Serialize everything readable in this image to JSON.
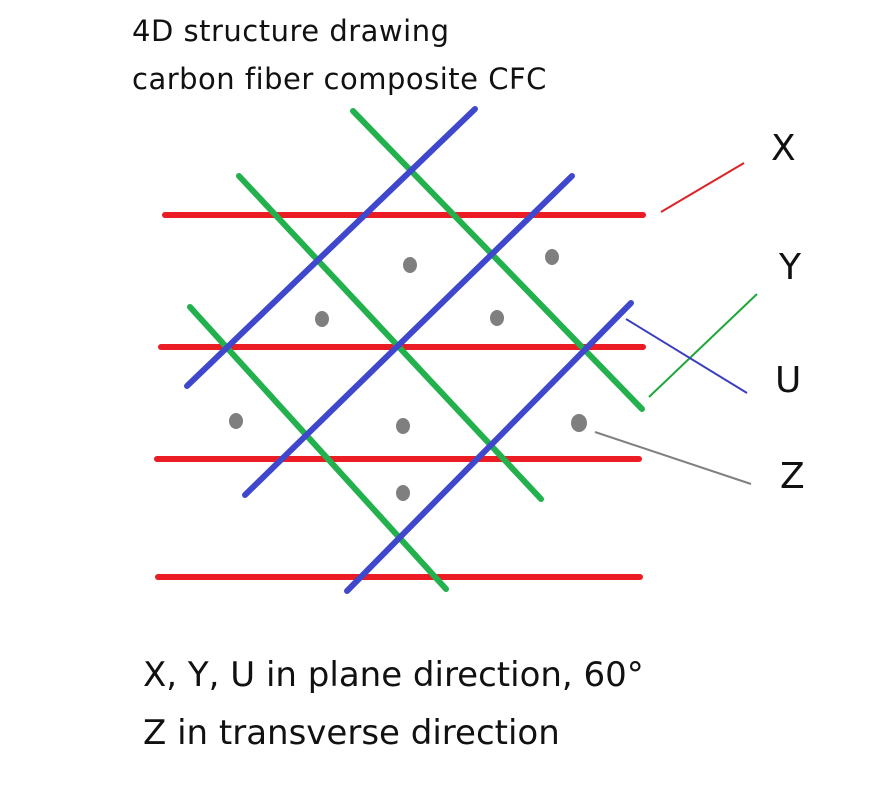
{
  "title_lines": [
    "4D structure drawing",
    "carbon fiber composite CFC"
  ],
  "caption_lines": [
    "X, Y, U in plane direction, 60°",
    "Z in transverse direction"
  ],
  "legend": [
    {
      "letter": "X",
      "color": "#dc2426"
    },
    {
      "letter": "Y",
      "color": "#1ea63a"
    },
    {
      "letter": "U",
      "color": "#3a3fc0"
    },
    {
      "letter": "Z",
      "color": "#808080"
    }
  ],
  "colors": {
    "x_fiber": "#ec1c24",
    "y_fiber": "#22b14c",
    "u_fiber": "#3f48cc",
    "z_fiber": "#7f7f7f"
  }
}
